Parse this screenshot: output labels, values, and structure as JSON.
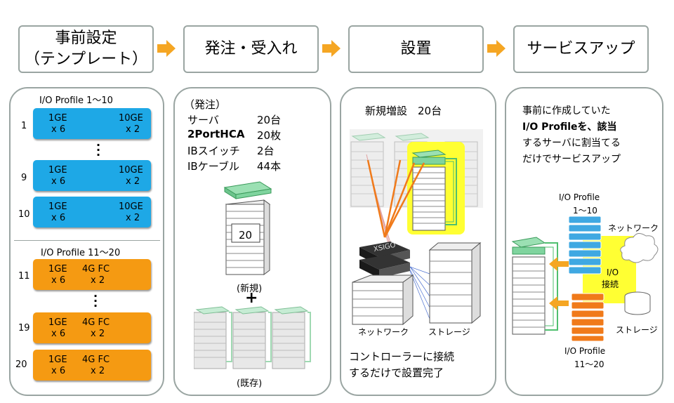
{
  "steps": [
    {
      "line1": "事前設定",
      "line2": "（テンプレート）"
    },
    {
      "line1": "発注・受入れ"
    },
    {
      "line1": "設置"
    },
    {
      "line1": "サービスアップ"
    }
  ],
  "colors": {
    "blue": "#1ea8e6",
    "orange": "#f59a12",
    "arrow": "#f5a623",
    "green": "#6fcf8e",
    "yellow": "#ffff33",
    "border": "#9aa5a2"
  },
  "panel1": {
    "group1_title": "I/O Profile 1〜10",
    "group2_title": "I/O Profile 11〜20",
    "cards": [
      {
        "num": "1",
        "a": "1GE",
        "a2": "x 6",
        "b": "10GE",
        "b2": "x 2",
        "color": "blue"
      },
      {
        "num": "9",
        "a": "1GE",
        "a2": "x 6",
        "b": "10GE",
        "b2": "x 2",
        "color": "blue"
      },
      {
        "num": "10",
        "a": "1GE",
        "a2": "x 6",
        "b": "10GE",
        "b2": "x 2",
        "color": "blue"
      },
      {
        "num": "11",
        "a": "1GE",
        "a2": "x 6",
        "b": "4G FC",
        "b2": "x 2",
        "color": "orange"
      },
      {
        "num": "19",
        "a": "1GE",
        "a2": "x 6",
        "b": "4G FC",
        "b2": "x 2",
        "color": "orange"
      },
      {
        "num": "20",
        "a": "1GE",
        "a2": "x 6",
        "b": "4G FC",
        "b2": "x 2",
        "color": "orange"
      }
    ]
  },
  "panel2": {
    "heading": "（発注）",
    "rows": [
      {
        "item": "サーバ",
        "qty": "20台"
      },
      {
        "item": "2PortHCA",
        "qty": "20枚"
      },
      {
        "item": "IBスイッチ",
        "qty": "2台"
      },
      {
        "item": "IBケーブル",
        "qty": "44本"
      }
    ],
    "rack_label": "20",
    "new_label": "(新規)",
    "plus": "+",
    "existing_label": "(既存)"
  },
  "panel3": {
    "heading": "新規増設　20台",
    "device_brand": "XSIGO",
    "network_label": "ネットワーク",
    "storage_label": "ストレージ",
    "caption_line1": "コントローラーに接続",
    "caption_line2": "するだけで設置完了"
  },
  "panel4": {
    "desc_line1": "事前に作成していた",
    "desc_line2": "I/O Profileを、該当",
    "desc_line3": "するサーバに割当てる",
    "desc_line4": "だけでサービスアップ",
    "profile_top_1": "I/O Profile",
    "profile_top_2": "1〜10",
    "network_label": "ネットワーク",
    "io_label_1": "I/O",
    "io_label_2": "接続",
    "storage_label": "ストレージ",
    "profile_bottom_1": "I/O Profile",
    "profile_bottom_2": "11〜20"
  }
}
